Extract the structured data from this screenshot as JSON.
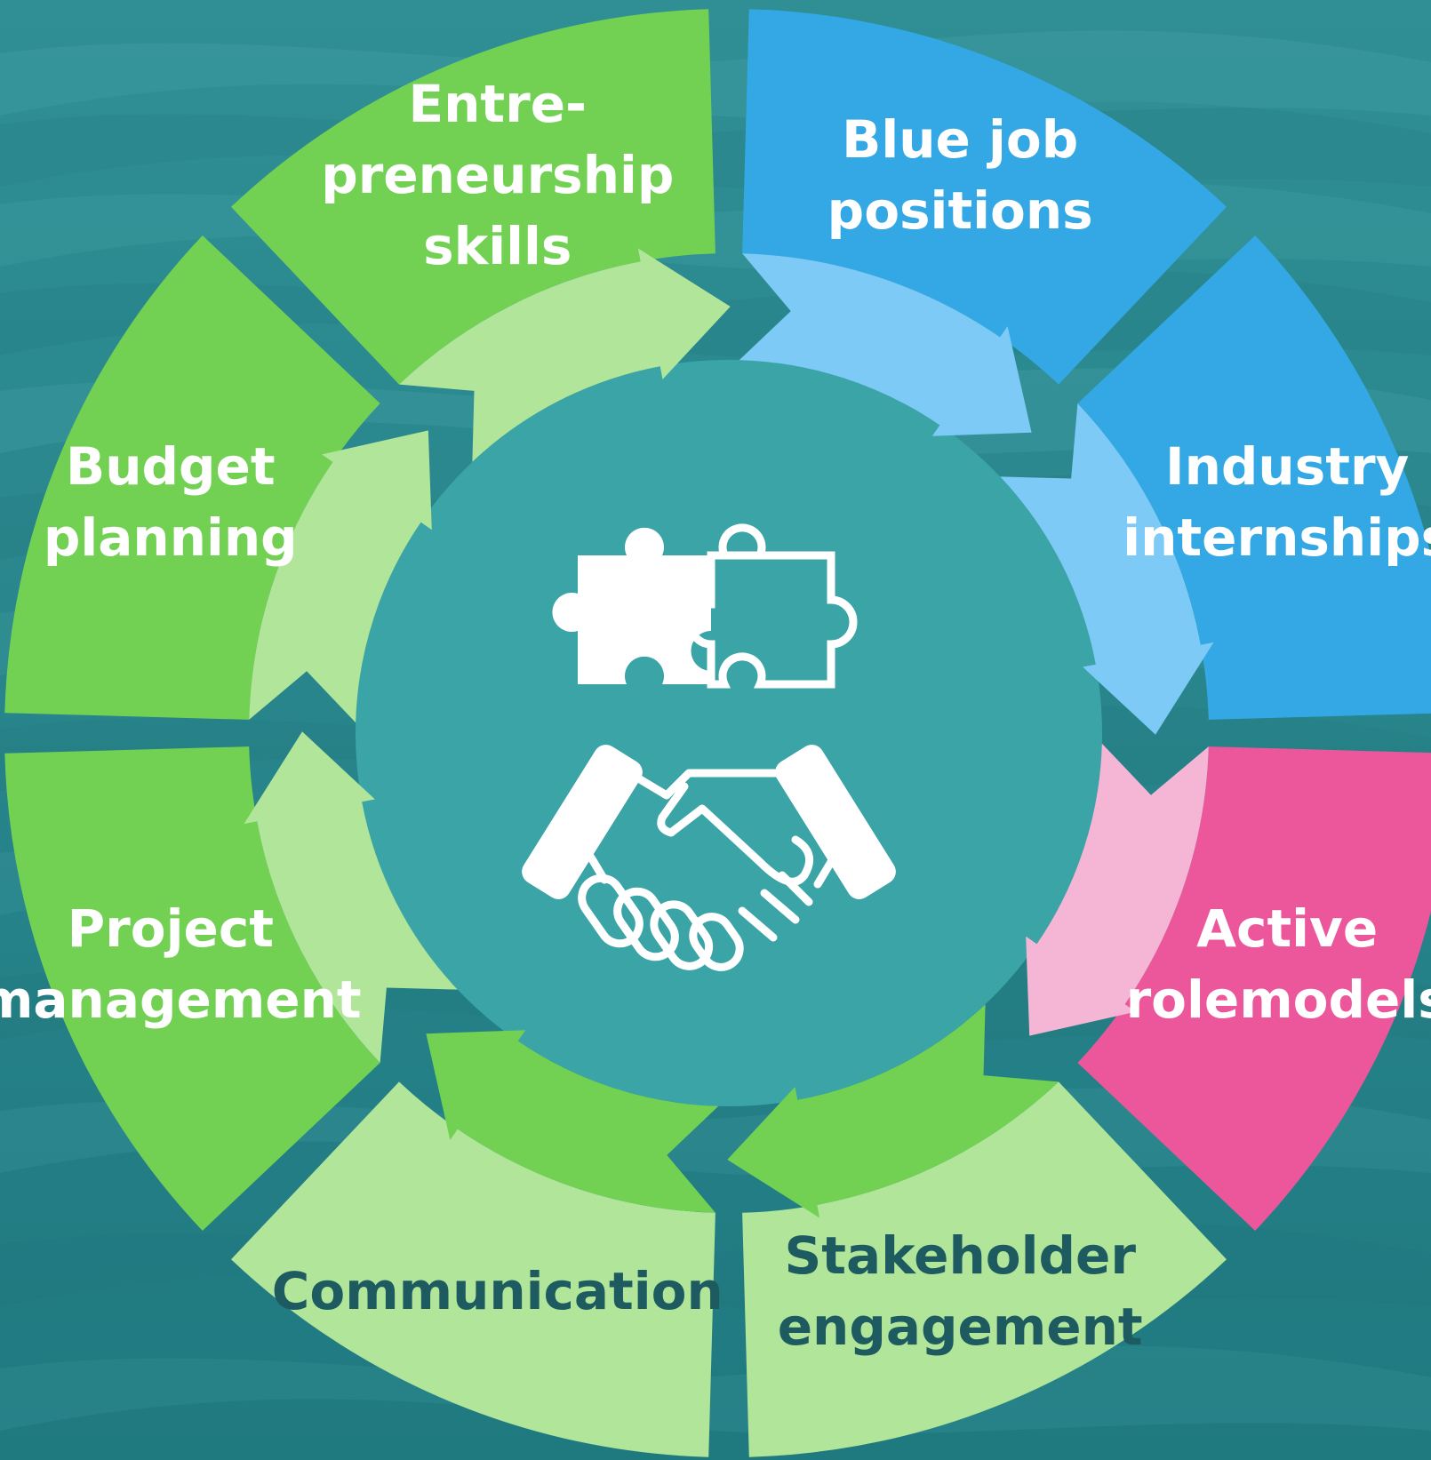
{
  "colors": {
    "background_top": "#2f8f95",
    "background_bottom": "#1f7a80",
    "wave_light": "#56b3b6",
    "wave_dark": "#1d6d73",
    "center": "#3aa4a6",
    "green_dark": "#72d153",
    "green_light": "#b0e59a",
    "blue_dark": "#33a8e5",
    "blue_light": "#7ccaf5",
    "pink_dark": "#ec579b",
    "pink_light": "#f5b6d5",
    "text_light": "#ffffff",
    "text_dark": "#1d5b60",
    "icon": "#ffffff"
  },
  "segments": [
    {
      "id": "blue-job-positions",
      "lines": [
        "Blue job",
        "positions"
      ],
      "theme": "blue"
    },
    {
      "id": "industry-internships",
      "lines": [
        "Industry",
        "internships"
      ],
      "theme": "blue"
    },
    {
      "id": "active-rolemodels",
      "lines": [
        "Active",
        "rolemodels"
      ],
      "theme": "pink"
    },
    {
      "id": "stakeholder-engagement",
      "lines": [
        "Stakeholder",
        "engagement"
      ],
      "theme": "green_light_outer"
    },
    {
      "id": "communication",
      "lines": [
        "Communication"
      ],
      "theme": "green_light_outer"
    },
    {
      "id": "project-management",
      "lines": [
        "Project",
        "management"
      ],
      "theme": "green"
    },
    {
      "id": "budget-planning",
      "lines": [
        "Budget",
        "planning"
      ],
      "theme": "green"
    },
    {
      "id": "entrepreneurship-skills",
      "lines": [
        "Entre-",
        "preneurship",
        "skills"
      ],
      "theme": "green"
    }
  ],
  "center_icons": [
    "puzzle-icon",
    "handshake-icon"
  ]
}
